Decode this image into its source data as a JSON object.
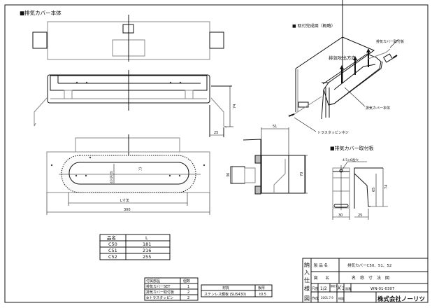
{
  "sections": {
    "body_title": "■排気カバー本体",
    "install_title": "■ 取付完成図（概略）",
    "bracket_title": "■排気カバー取付板"
  },
  "install_labels": {
    "direction": "排気吹出方向",
    "bracket": "排気カバー取付板",
    "body": "排気カバー本体",
    "screw": "トラスタッピンネジ"
  },
  "dimensions": {
    "d25": "25",
    "d74": "74",
    "d40": "40(内寸)",
    "hole": "穴",
    "L": "L寸法",
    "d300": "300",
    "d51": "51",
    "d30": "30",
    "d70": "70",
    "bracket_hole": "4.5×6長穴",
    "b65": "65",
    "b74": "74",
    "b30": "30",
    "b25": "25"
  },
  "size_table": {
    "headers": [
      "品名",
      "L"
    ],
    "rows": [
      [
        "C50",
        "181"
      ],
      [
        "C51",
        "216"
      ],
      [
        "C52",
        "255"
      ]
    ]
  },
  "parts_table": {
    "headers": [
      "付属部品",
      "個数"
    ],
    "rows": [
      [
        "排気カバーSET",
        "1"
      ],
      [
        "排気カバー取付板",
        "2"
      ],
      [
        "⊕トラスタッピン",
        "2"
      ]
    ]
  },
  "material_table": {
    "headers": [
      "材質",
      "板厚"
    ],
    "values": [
      "ステンレス鋼板 (SUS430)",
      "t0.5"
    ]
  },
  "title_block": {
    "side": [
      "納",
      "入",
      "仕",
      "様",
      "図"
    ],
    "product_label": "製 品 名",
    "product_value": "排気カバーC50、51、52",
    "drawing_label": "図　　名",
    "drawing_value": "名　称　寸　法　図",
    "scale_label": "尺度",
    "scale_value": "1/2",
    "paper_label": "原紙サイズ",
    "paper_value": "A 3",
    "number_label": "図番",
    "number_value": "WN-01-0307",
    "created_label": "作成",
    "created_value": "2001.7.9",
    "check_label": "検図",
    "company": "株式会社ノーリツ"
  }
}
